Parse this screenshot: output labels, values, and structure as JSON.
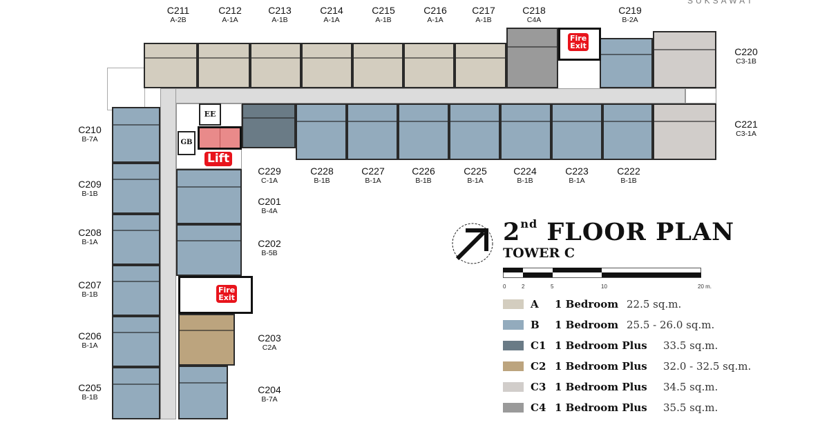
{
  "brand": "SUKSAWAT",
  "title": {
    "floor_num": "2",
    "floor_sup": "nd",
    "floor_text": "FLOOR PLAN",
    "tower": "TOWER C"
  },
  "scale": {
    "ticks": [
      "0",
      "2",
      "5",
      "10",
      "20 m."
    ]
  },
  "facilities": {
    "lift": "Lift",
    "fire_exit_1": "Fire",
    "fire_exit_2": "Exit",
    "ee": "EE",
    "gb": "GB"
  },
  "colors": {
    "A": "#d3cdbf",
    "B": "#93abbd",
    "C1": "#6a7b86",
    "C2": "#bca47e",
    "C3": "#d1cdca",
    "C4": "#9a9a9a",
    "lift": "#e8141c"
  },
  "legend": [
    {
      "code": "A",
      "type": "1 Bedroom",
      "area": "22.5 sq.m."
    },
    {
      "code": "B",
      "type": "1 Bedroom",
      "area": "25.5 - 26.0 sq.m."
    },
    {
      "code": "C1",
      "type": "1 Bedroom Plus",
      "area": "33.5 sq.m."
    },
    {
      "code": "C2",
      "type": "1 Bedroom Plus",
      "area": "32.0 - 32.5 sq.m."
    },
    {
      "code": "C3",
      "type": "1 Bedroom Plus",
      "area": "34.5 sq.m."
    },
    {
      "code": "C4",
      "type": "1 Bedroom Plus",
      "area": "35.5 sq.m."
    }
  ],
  "units": [
    {
      "id": "C201",
      "type": "B-4A"
    },
    {
      "id": "C202",
      "type": "B-5B"
    },
    {
      "id": "C203",
      "type": "C2A"
    },
    {
      "id": "C204",
      "type": "B-7A"
    },
    {
      "id": "C205",
      "type": "B-1B"
    },
    {
      "id": "C206",
      "type": "B-1A"
    },
    {
      "id": "C207",
      "type": "B-1B"
    },
    {
      "id": "C208",
      "type": "B-1A"
    },
    {
      "id": "C209",
      "type": "B-1B"
    },
    {
      "id": "C210",
      "type": "B-7A"
    },
    {
      "id": "C211",
      "type": "A-2B"
    },
    {
      "id": "C212",
      "type": "A-1A"
    },
    {
      "id": "C213",
      "type": "A-1B"
    },
    {
      "id": "C214",
      "type": "A-1A"
    },
    {
      "id": "C215",
      "type": "A-1B"
    },
    {
      "id": "C216",
      "type": "A-1A"
    },
    {
      "id": "C217",
      "type": "A-1B"
    },
    {
      "id": "C218",
      "type": "C4A"
    },
    {
      "id": "C219",
      "type": "B-2A"
    },
    {
      "id": "C220",
      "type": "C3-1B"
    },
    {
      "id": "C221",
      "type": "C3-1A"
    },
    {
      "id": "C222",
      "type": "B-1B"
    },
    {
      "id": "C223",
      "type": "B-1A"
    },
    {
      "id": "C224",
      "type": "B-1B"
    },
    {
      "id": "C225",
      "type": "B-1A"
    },
    {
      "id": "C226",
      "type": "B-1B"
    },
    {
      "id": "C227",
      "type": "B-1A"
    },
    {
      "id": "C228",
      "type": "B-1B"
    },
    {
      "id": "C229",
      "type": "C-1A"
    }
  ]
}
